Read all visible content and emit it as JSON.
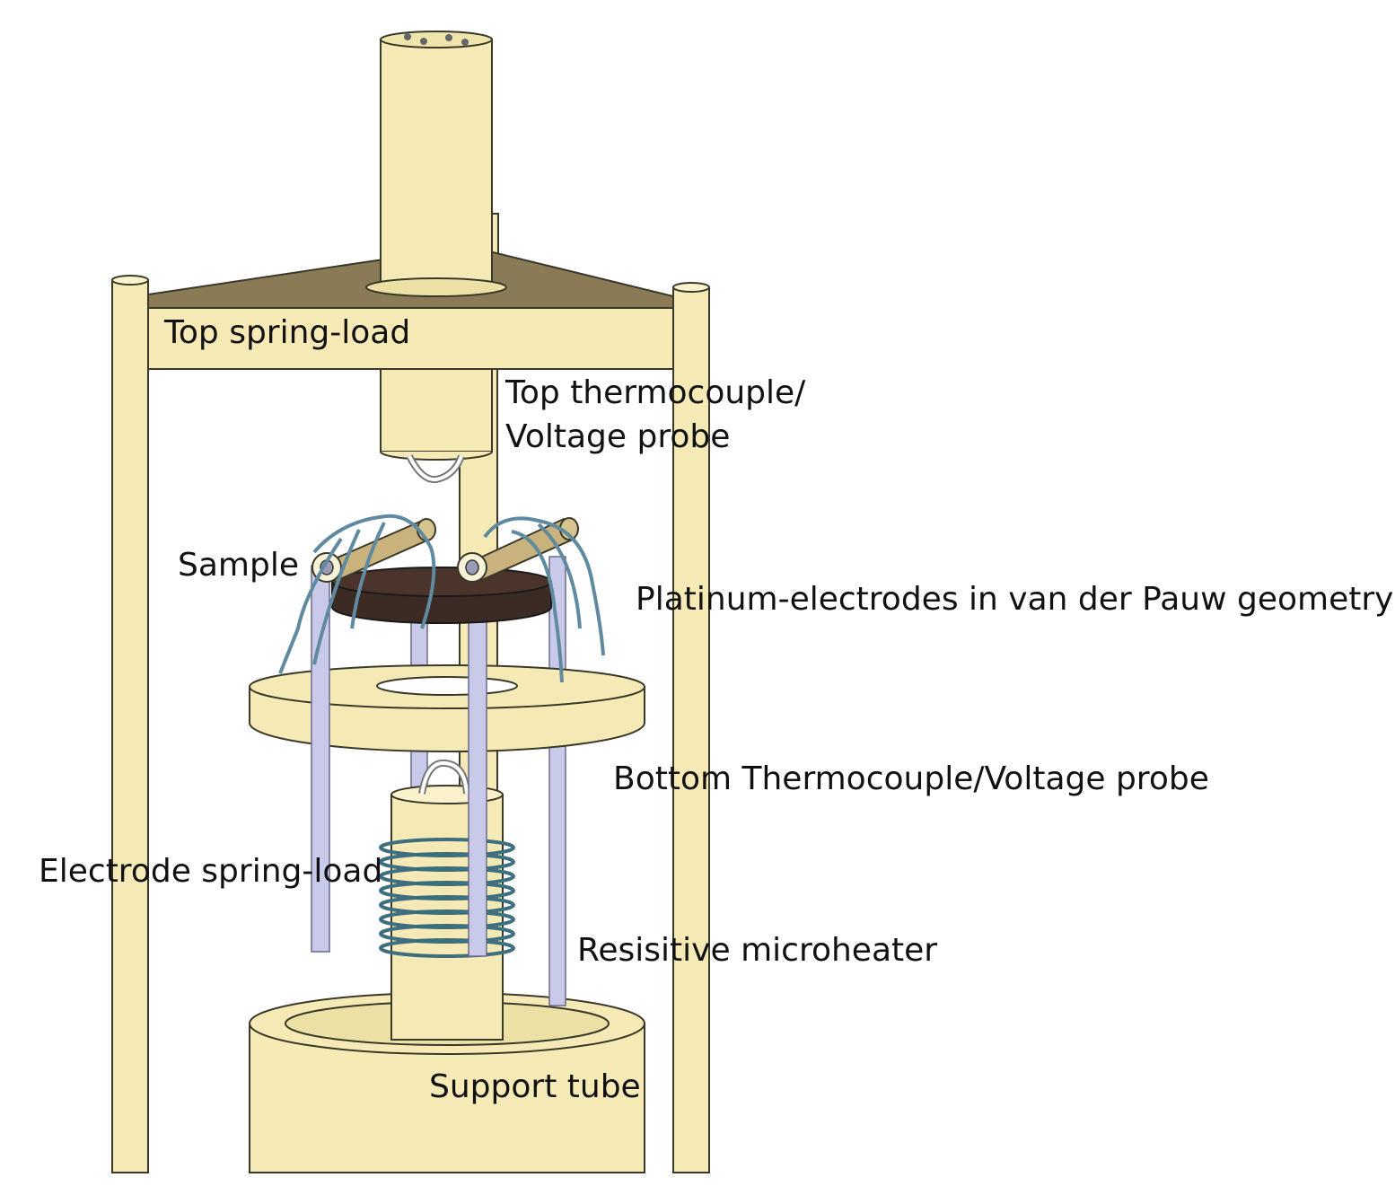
{
  "labels": {
    "top_spring_load": "Top spring-load",
    "top_thermocouple_line1": "Top thermocouple/",
    "top_thermocouple_line2": "Voltage probe",
    "sample": "Sample",
    "platinum_electrodes": "Platinum-electrodes in van der Pauw geometry",
    "bottom_thermocouple": "Bottom Thermocouple/Voltage probe",
    "electrode_spring_load": "Electrode spring-load",
    "resistive_microheater": "Resisitive microheater",
    "support_tube": "Support tube"
  },
  "colors": {
    "beige": "#f5eab6",
    "beige_dark": "#ddd08f",
    "outline": "#3a3a2a",
    "plate_top": "#8a7a55",
    "sample_disc": "#3c2a24",
    "rod_lavender": "#c9c9e9",
    "wire_blue": "#5f8aa0",
    "coil": "#3d6f7e",
    "electrode_tube": "#c9b27e"
  }
}
